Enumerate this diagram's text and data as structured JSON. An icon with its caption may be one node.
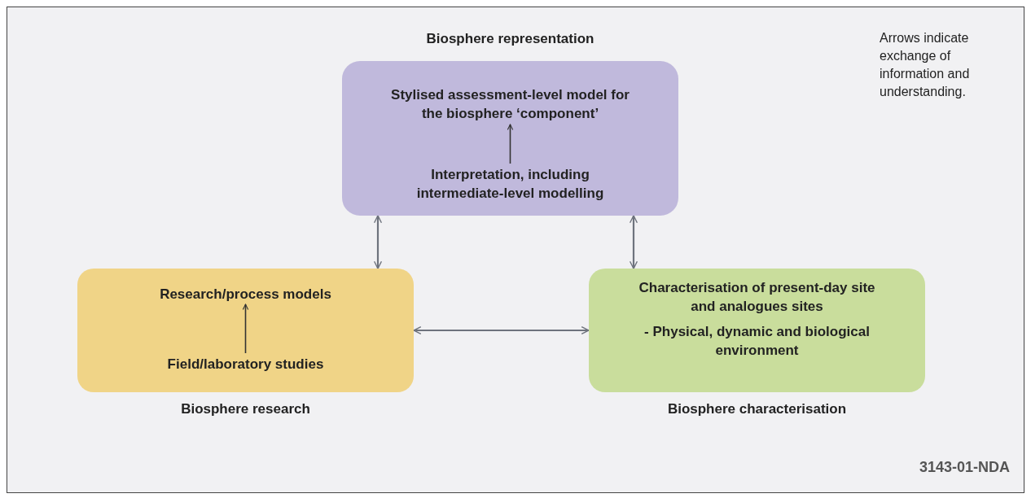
{
  "diagram": {
    "nodes": [
      {
        "text": [],
        "shape": "box",
        "beside": [
          "Biosphere representation"
        ]
      },
      {
        "text": [
          "Stylised assessment-level model for the biosphere ‘component’"
        ],
        "in": 0
      },
      {
        "text": [
          "Interpretation, including intermediate-level modelling"
        ],
        "in": 0
      },
      {
        "text": [],
        "shape": "box",
        "beside": [
          "Biosphere research"
        ]
      },
      {
        "text": [
          "Research/process models"
        ],
        "in": 3
      },
      {
        "text": [
          "Field/laboratory studies"
        ],
        "in": 3
      },
      {
        "text": [
          "Characterisation of present-day site and analogues sites",
          "- Physical, dynamic and biological environment"
        ],
        "beside": [
          "Biosphere characterisation"
        ]
      }
    ],
    "edges": [
      {
        "from": 2,
        "to": 1,
        "arrow": "to",
        "color": "#333333"
      },
      {
        "from": 5,
        "to": 4,
        "arrow": "to",
        "color": "#333333"
      },
      {
        "from": 0,
        "to": 3,
        "arrow": "both"
      },
      {
        "from": 0,
        "to": 6,
        "arrow": "both"
      },
      {
        "from": 3,
        "to": 6,
        "arrow": "both"
      }
    ],
    "labels": [
      "Arrows indicate exchange of information and understanding.",
      "3143-01-NDA"
    ]
  }
}
